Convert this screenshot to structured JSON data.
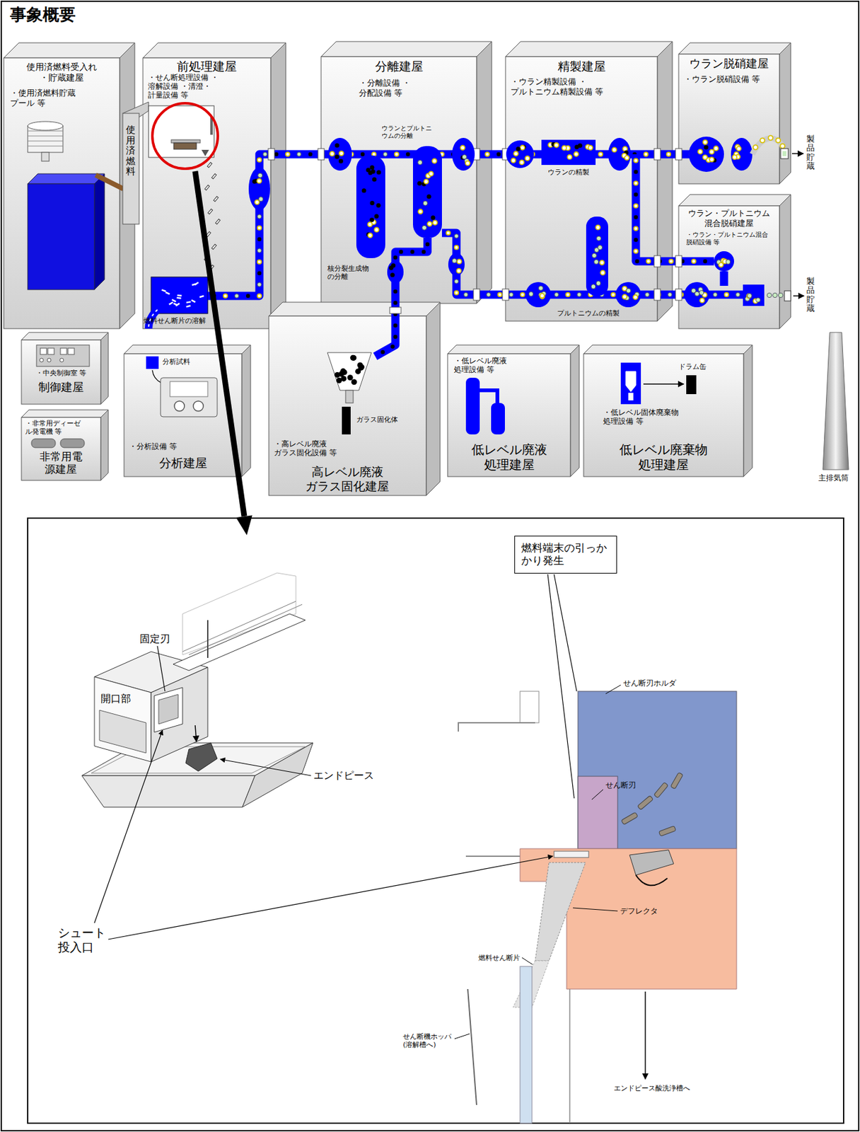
{
  "diagram": {
    "title": "事象概要",
    "nodes": [
      {
        "text": [
          "使用済燃料受入れ ・貯蔵建屋",
          "・使用済燃料貯蔵 プール 等"
        ]
      },
      {
        "text": [
          "前処理建屋",
          "・せん断処理設備 ・溶解設備 ・清澄・計量設備 等"
        ]
      },
      {
        "text": [
          "分離建屋",
          "・分離設備 ・分配設備 等"
        ]
      },
      {
        "text": [
          "精製建屋",
          "・ウラン精製設備 ・プルトニウム精製設備 等"
        ]
      },
      {
        "text": [
          "ウラン脱硝建屋",
          "・ウラン脱硝設備 等"
        ]
      },
      {
        "text": [
          "ウラン・プルトニウム 混合脱硝建屋",
          "・ウラン・プルトニウム混合 脱硝設備 等"
        ]
      },
      {
        "text": [
          "・中央制御室 等",
          "制御建屋"
        ]
      },
      {
        "text": [
          "・非常用ディーゼル発電機 等",
          "非常用電源建屋"
        ]
      },
      {
        "text": [
          "・分析設備 等",
          "分析建屋"
        ]
      },
      {
        "text": [
          "・高レベル廃液 ガラス固化設備 等",
          "高レベル廃液 ガラス固化建屋"
        ]
      },
      {
        "text": [
          "・低レベル廃液 処理設備 等",
          "低レベル廃液 処理建屋"
        ]
      },
      {
        "text": [
          "・低レベル固体廃棄物 処理設備 等",
          "低レベル廃棄物 処理建屋"
        ]
      },
      {
        "text": [
          "燃料端末の引っかかり発生"
        ]
      }
    ],
    "labels": [
      "使用済燃料",
      "燃料せん断片の溶解",
      "ウランとプルトニウムの分離",
      "核分裂生成物の分離",
      "ウランの精製",
      "プルトニウムの精製",
      "製品貯蔵",
      "製品貯蔵",
      "分析試料",
      "ガラス固化体",
      "ドラム缶",
      "主排気筒",
      "固定刃",
      "開口部",
      "エンドピース",
      "シュート 投入口",
      "せん断刃ホルダ",
      "せん断刃",
      "デフレクタ",
      "燃料せん断片",
      "せん断機ホッパ (溶解槽へ)",
      "エンドピース酸洗浄槽へ"
    ]
  }
}
